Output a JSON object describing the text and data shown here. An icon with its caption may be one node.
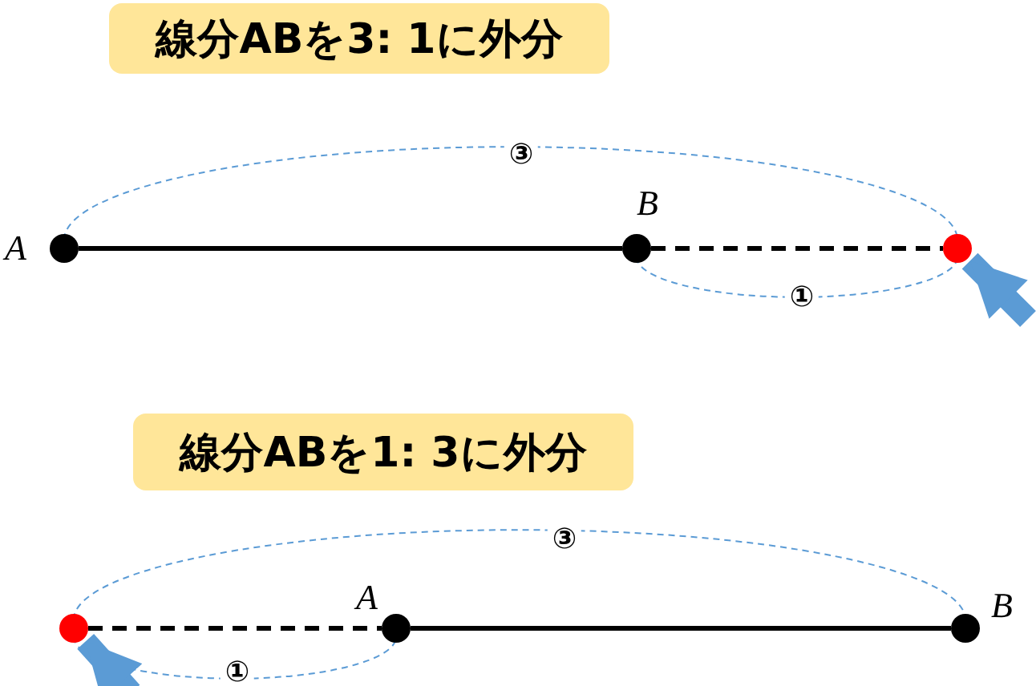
{
  "diagram": {
    "nodes": [
      {
        "text": [
          "線分ABを3: 1に外分"
        ]
      },
      {
        "text": [],
        "shape": "circle",
        "beside": [
          "A"
        ]
      },
      {
        "text": [],
        "shape": "circle",
        "beside": [
          "B"
        ]
      },
      {
        "text": [],
        "shape": "circle"
      },
      {
        "text": [
          "線分ABを1: 3に外分"
        ]
      },
      {
        "text": [],
        "shape": "circle"
      },
      {
        "text": [],
        "shape": "circle",
        "beside": [
          "A"
        ]
      },
      {
        "text": [],
        "shape": "circle",
        "beside": [
          "B"
        ]
      }
    ],
    "edges": [
      {
        "from": 1,
        "to": 2,
        "arrow": "none",
        "color": "#000000"
      },
      {
        "from": 2,
        "to": 3,
        "arrow": "none",
        "style": "dashed",
        "color": "#000000"
      },
      {
        "from": 1,
        "to": 3,
        "arrow": "none",
        "label": "③",
        "style": "dashed",
        "color": "#5b9bd5"
      },
      {
        "from": 2,
        "to": 3,
        "arrow": "none",
        "label": "①",
        "style": "dashed",
        "color": "#5b9bd5"
      },
      {
        "from": null,
        "to": 3,
        "arrow": "to",
        "style": "thick",
        "color": "#5b9bd5"
      },
      {
        "from": 5,
        "to": 6,
        "arrow": "none",
        "style": "dashed",
        "color": "#000000"
      },
      {
        "from": 6,
        "to": 7,
        "arrow": "none",
        "color": "#000000"
      },
      {
        "from": 5,
        "to": 7,
        "arrow": "none",
        "label": "③",
        "style": "dashed",
        "color": "#5b9bd5"
      },
      {
        "from": 5,
        "to": 6,
        "arrow": "none",
        "label": "①",
        "style": "dashed",
        "color": "#5b9bd5"
      },
      {
        "from": null,
        "to": 5,
        "arrow": "to",
        "style": "thick",
        "color": "#5b9bd5"
      }
    ]
  }
}
